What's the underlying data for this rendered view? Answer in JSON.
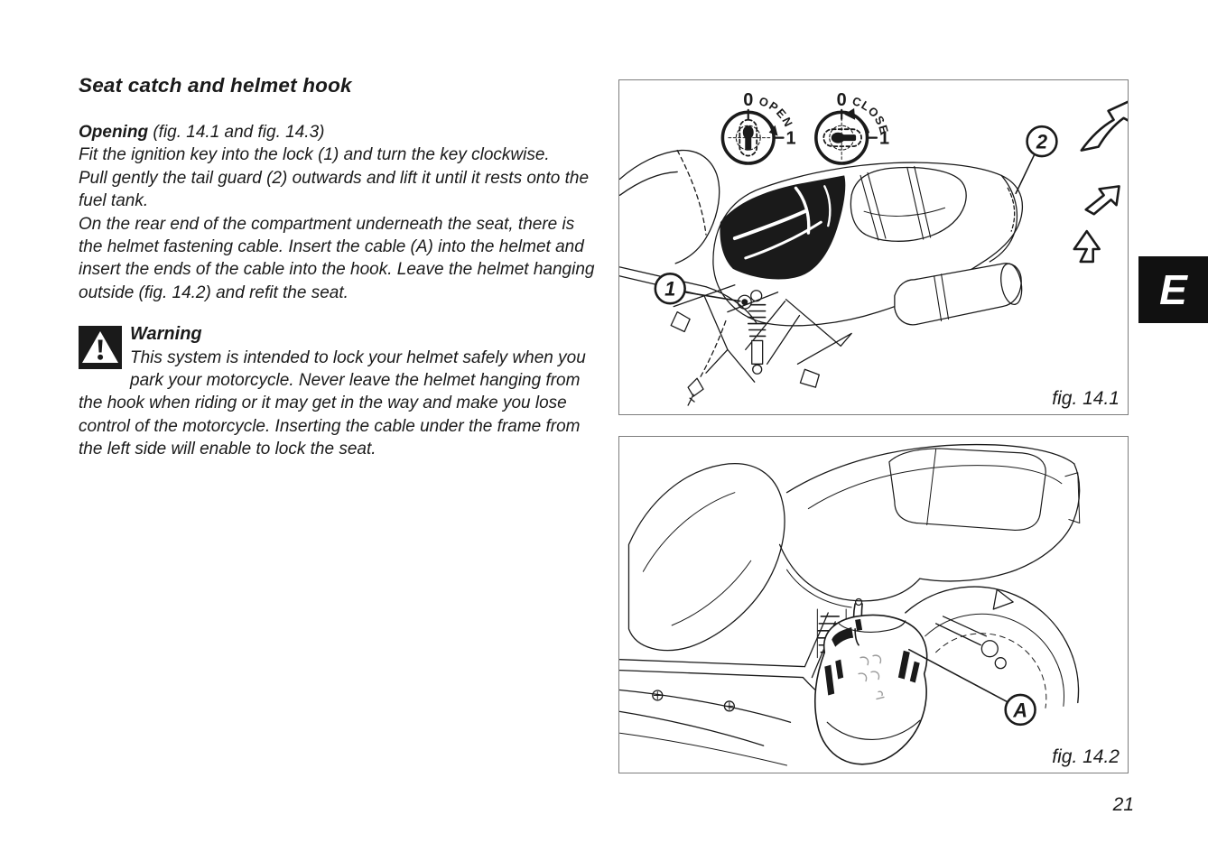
{
  "page": {
    "number": "21",
    "section_tab": "E"
  },
  "article": {
    "title": "Seat catch and helmet hook",
    "opening_label": "Opening",
    "opening_ref": " (fig. 14.1 and fig. 14.3)",
    "paragraphs": [
      "Fit the ignition key into the lock (1) and turn the key clockwise.",
      "Pull gently the tail guard (2) outwards and lift it until it rests onto the fuel tank.",
      "On the rear end of the compartment underneath the seat, there is the helmet fastening cable. Insert the cable (A) into the helmet and insert the ends of the cable into the hook. Leave the helmet hanging outside (fig. 14.2) and refit the seat."
    ],
    "warning": {
      "label": "Warning",
      "body": "This system is intended to lock your helmet safely when you park your motorcycle. Never leave the helmet hanging from the hook when riding or it may get in the way and make you lose control of the motorcycle. Inserting the cable under the frame from the left side will enable to lock the seat."
    }
  },
  "figures": {
    "fig1": {
      "caption": "fig. 14.1",
      "dial_open": {
        "zero": "0",
        "one": "1",
        "arc_label": "OPEN"
      },
      "dial_close": {
        "zero": "0",
        "one": "1",
        "arc_label": "CLOSE"
      },
      "callout_lock": "1",
      "callout_tail_guard": "2"
    },
    "fig2": {
      "caption": "fig. 14.2",
      "callout_cable": "A"
    }
  },
  "colors": {
    "ink": "#1a1a1a",
    "tab_background": "#111111",
    "tab_foreground": "#ffffff",
    "figure_border": "#7d7d7d",
    "page_background": "#ffffff"
  }
}
